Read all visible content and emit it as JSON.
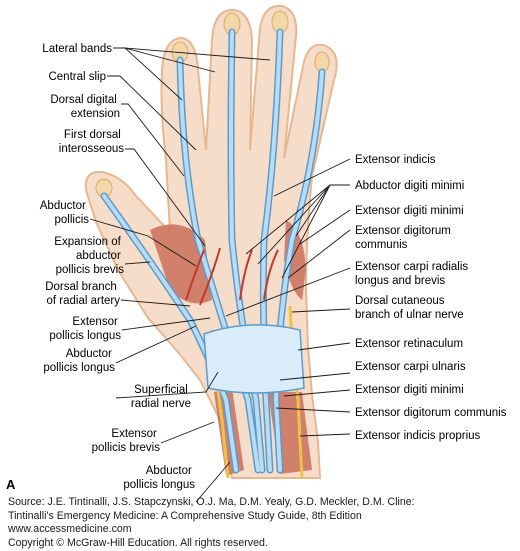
{
  "figure": {
    "panel_letter": "A",
    "left_labels": [
      {
        "id": "lateral-bands",
        "lines": [
          "Lateral bands"
        ]
      },
      {
        "id": "central-slip",
        "lines": [
          "Central slip"
        ]
      },
      {
        "id": "dorsal-digital-extension",
        "lines": [
          "Dorsal digital",
          "extension"
        ]
      },
      {
        "id": "first-dorsal-interosseous",
        "lines": [
          "First dorsal",
          "interosseous"
        ]
      },
      {
        "id": "abductor-pollicis",
        "lines": [
          "Abductor",
          "pollicis"
        ]
      },
      {
        "id": "expansion-abductor-pollicis-brevis",
        "lines": [
          "Expansion of",
          "abductor",
          "pollicis brevis"
        ]
      },
      {
        "id": "dorsal-branch-radial-artery",
        "lines": [
          "Dorsal branch",
          "of radial artery"
        ]
      },
      {
        "id": "extensor-pollicis-longus",
        "lines": [
          "Extensor",
          "pollicis longus"
        ]
      },
      {
        "id": "abductor-pollicis-longus-left",
        "lines": [
          "Abductor",
          "pollicis longus"
        ]
      },
      {
        "id": "superficial-radial-nerve",
        "lines": [
          "Superficial",
          "radial nerve"
        ]
      },
      {
        "id": "extensor-pollicis-brevis",
        "lines": [
          "Extensor",
          "pollicis brevis"
        ]
      },
      {
        "id": "abductor-pollicis-longus-bottom",
        "lines": [
          "Abductor",
          "pollicis longus"
        ]
      }
    ],
    "right_labels": [
      {
        "id": "extensor-indicis",
        "lines": [
          "Extensor indicis"
        ]
      },
      {
        "id": "abductor-digiti-minimi",
        "lines": [
          "Abductor digiti minimi"
        ]
      },
      {
        "id": "extensor-digiti-minimi-upper",
        "lines": [
          "Extensor digiti minimi"
        ]
      },
      {
        "id": "extensor-digitorum-communis-upper",
        "lines": [
          "Extensor digitorum",
          "communis"
        ]
      },
      {
        "id": "extensor-carpi-radialis",
        "lines": [
          "Extensor carpi radialis",
          "longus and brevis"
        ]
      },
      {
        "id": "dorsal-cutaneous-ulnar",
        "lines": [
          "Dorsal cutaneous",
          "branch of ulnar nerve"
        ]
      },
      {
        "id": "extensor-retinaculum",
        "lines": [
          "Extensor retinaculum"
        ]
      },
      {
        "id": "extensor-carpi-ulnaris",
        "lines": [
          "Extensor carpi ulnaris"
        ]
      },
      {
        "id": "extensor-digiti-minimi-lower",
        "lines": [
          "Extensor digiti minimi"
        ]
      },
      {
        "id": "extensor-digitorum-communis-lower",
        "lines": [
          "Extensor digitorum communis"
        ]
      },
      {
        "id": "extensor-indicis-proprius",
        "lines": [
          "Extensor indicis proprius"
        ]
      }
    ],
    "colors": {
      "skin": "#f6ddc9",
      "skin_edge": "#e7b792",
      "tendon": "#b9dcf3",
      "tendon_edge": "#5b9ccd",
      "bone": "#f3d7a6",
      "muscle": "#c9705a",
      "artery": "#c0392b",
      "nerve": "#efc24a",
      "retinaculum": "#d9ecf9"
    }
  },
  "credits": {
    "line1": "Source: J.E. Tintinalli, J.S. Stapczynski, O.J. Ma, D.M. Yealy, G.D. Meckler, D.M. Cline:",
    "line2": "Tintinalli's Emergency Medicine: A Comprehensive Study Guide, 8th Edition",
    "line3": "www.accessmedicine.com",
    "line4": "Copyright © McGraw-Hill Education.  All rights reserved."
  }
}
